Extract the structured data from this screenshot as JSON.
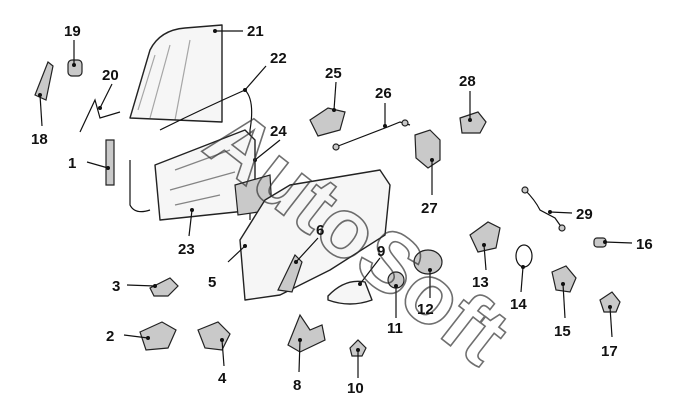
{
  "watermark": "AutoSoft",
  "labels": [
    "1",
    "2",
    "3",
    "4",
    "5",
    "6",
    "8",
    "9",
    "10",
    "11",
    "12",
    "13",
    "14",
    "15",
    "16",
    "17",
    "18",
    "19",
    "20",
    "21",
    "22",
    "23",
    "24",
    "25",
    "26",
    "27",
    "28",
    "29"
  ]
}
